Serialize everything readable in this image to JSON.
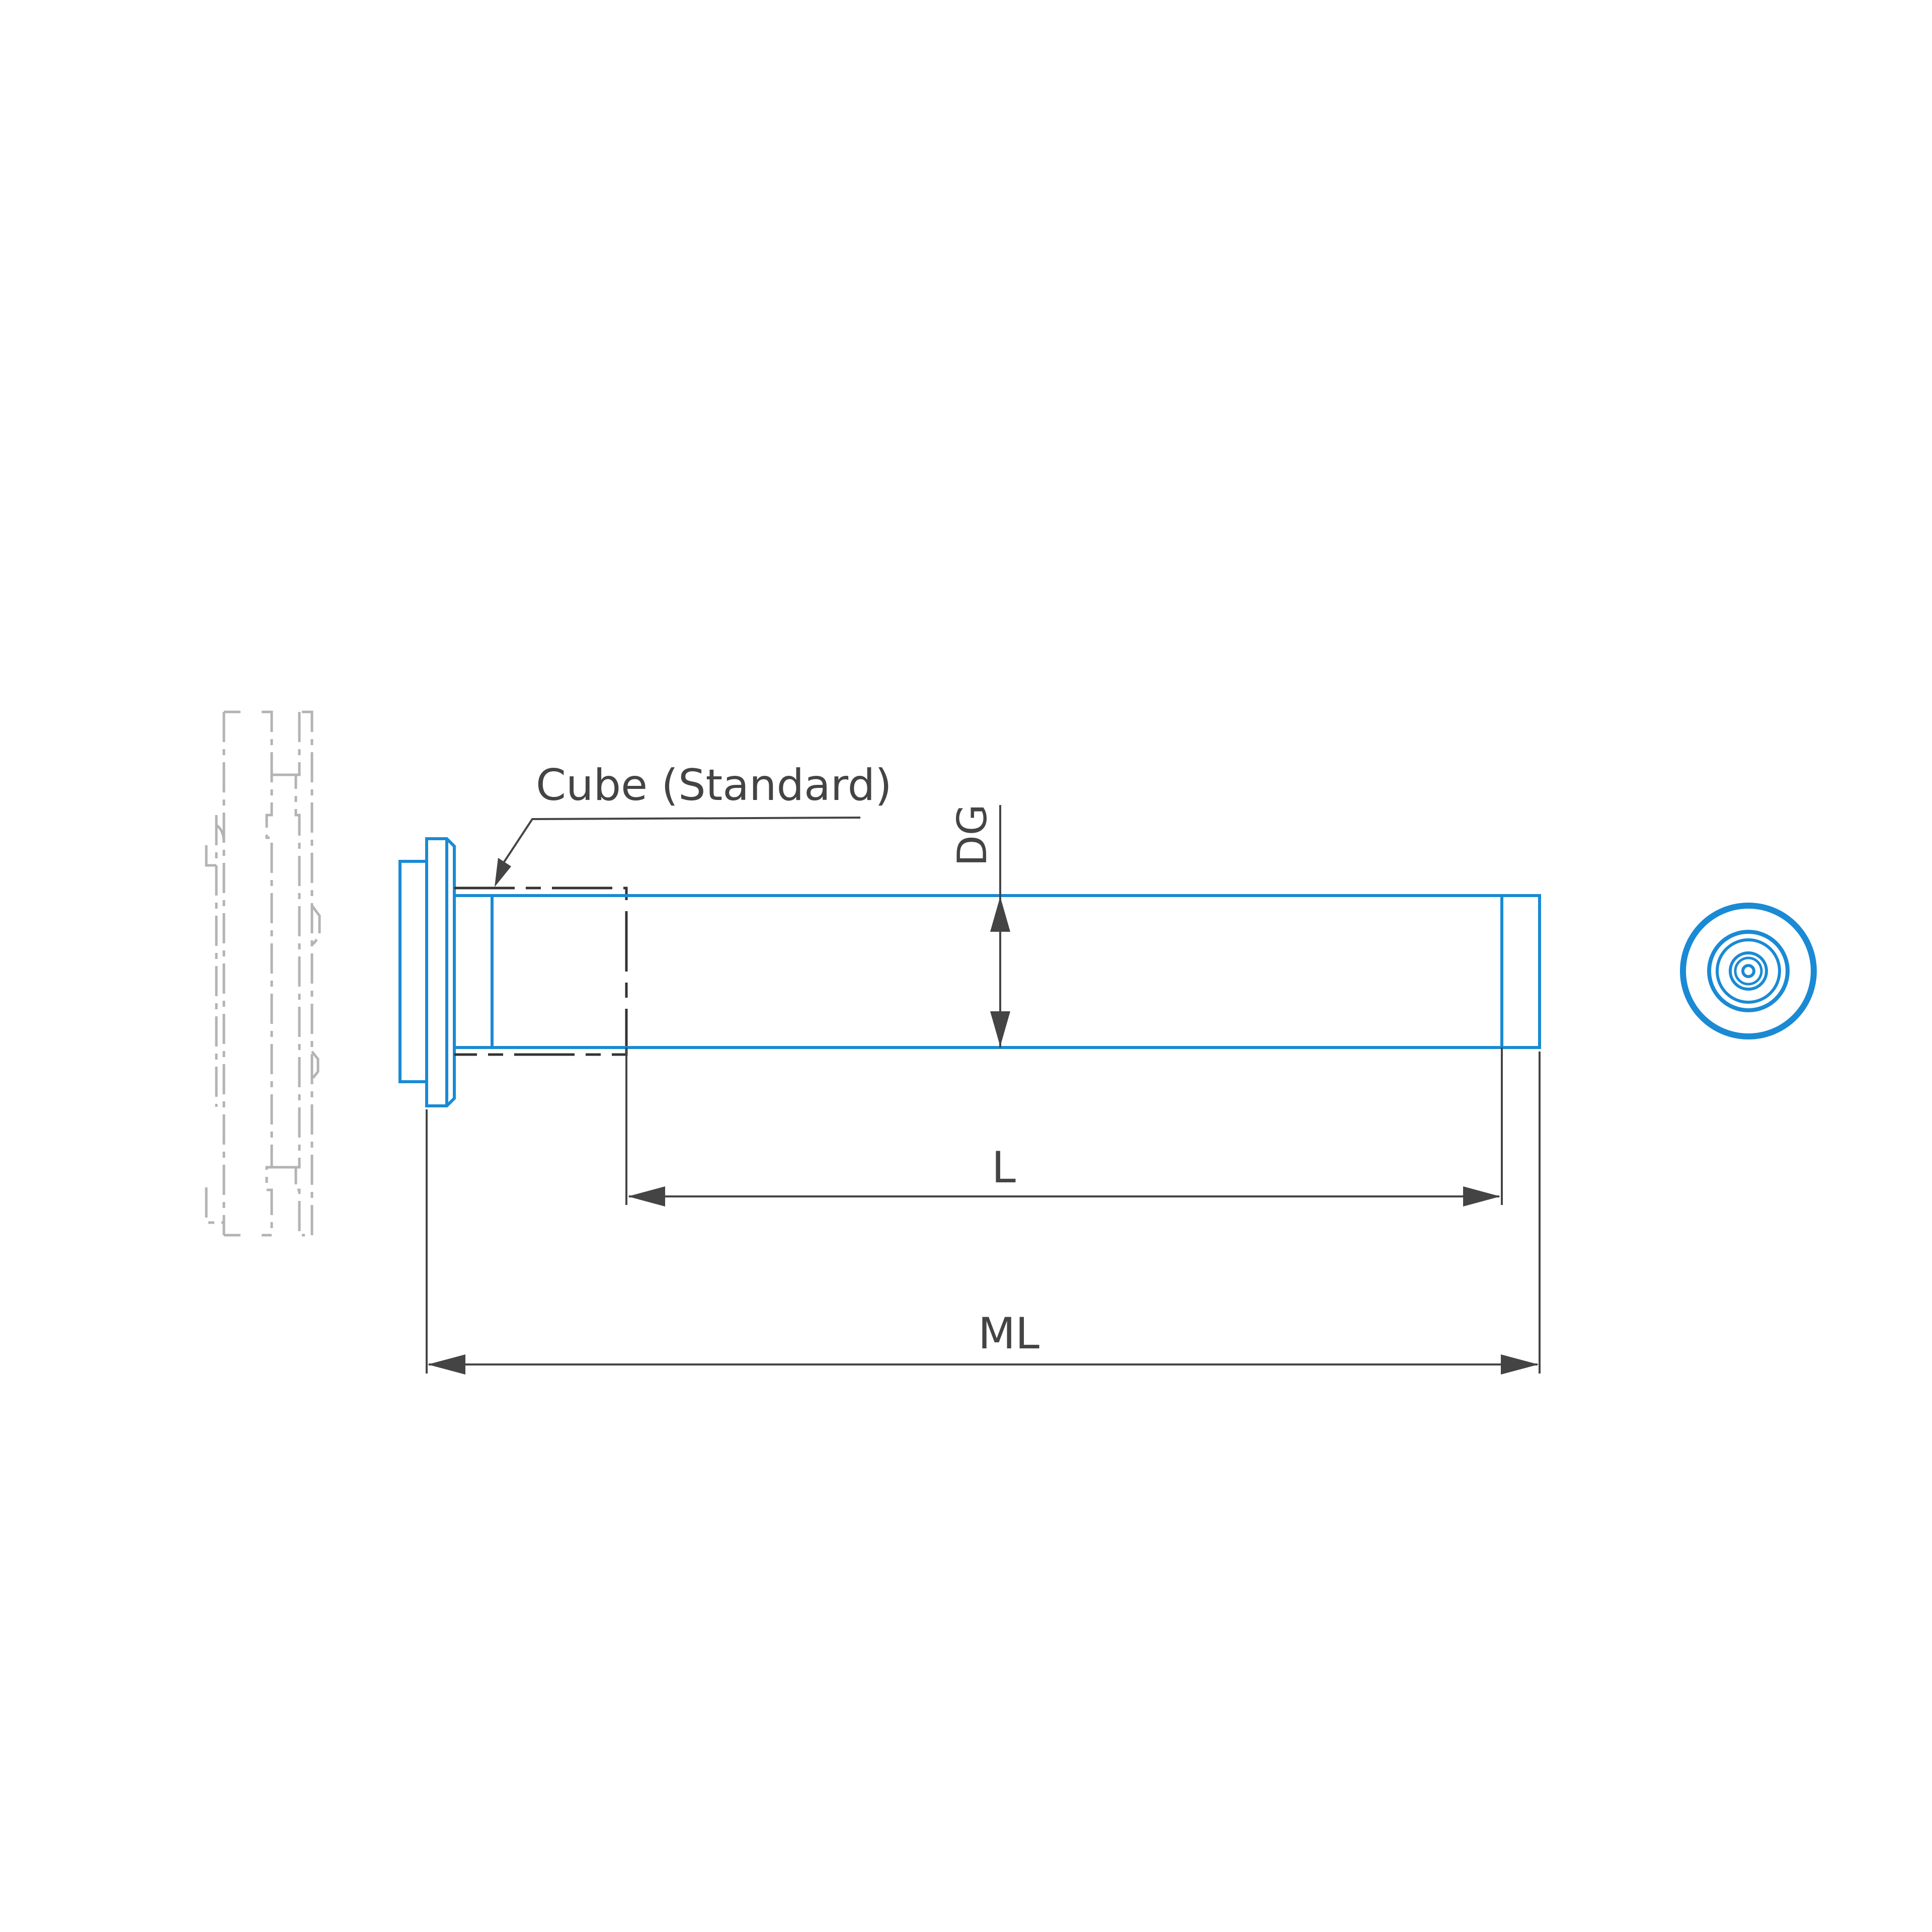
{
  "labels": {
    "cube_callout": "Cube (Standard)",
    "diameter": "DG",
    "length": "L",
    "mounting_length": "ML"
  },
  "colors": {
    "part": "#1a8ad4",
    "dimension": "#444444",
    "ghost": "#b3b3b3",
    "background": "#ffffff"
  }
}
